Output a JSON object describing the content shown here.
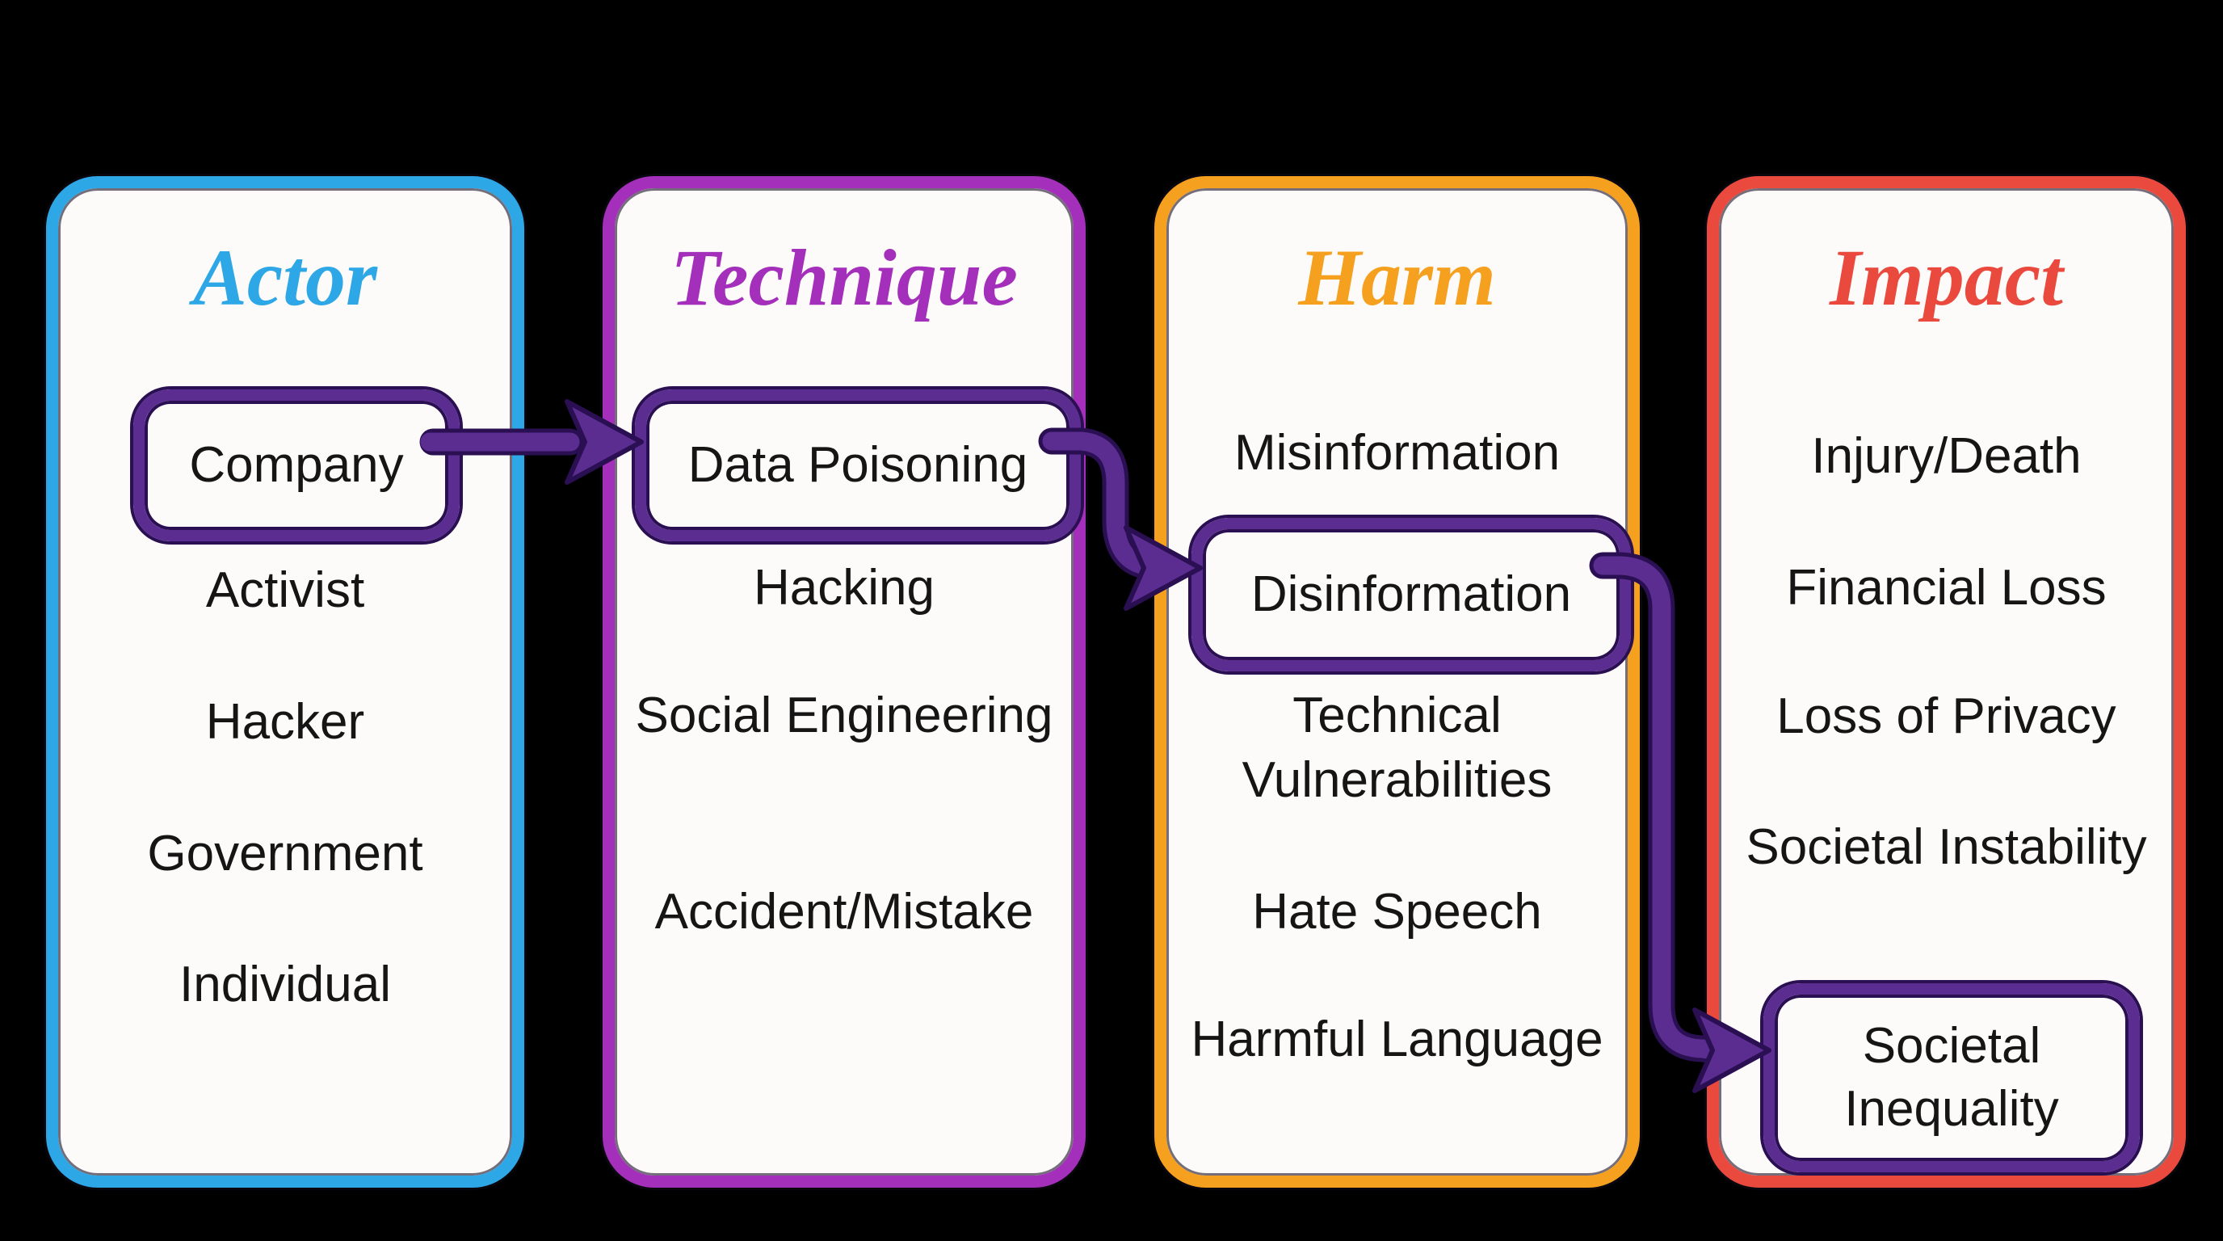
{
  "diagram_type": "flow-taxonomy",
  "highlight": {
    "box_color": "#5b2d91",
    "outline_color": "#2a0f52"
  },
  "background_color": "#000000",
  "columns": [
    {
      "id": "actor",
      "title": "Actor",
      "accent": "#2ea7e6",
      "highlighted_item": "Company",
      "items": [
        "Company",
        "Activist",
        "Hacker",
        "Government",
        "Individual"
      ]
    },
    {
      "id": "technique",
      "title": "Technique",
      "accent": "#a42fba",
      "highlighted_item": "Data Poisoning",
      "items": [
        "Data Poisoning",
        "Hacking",
        "Social Engineering",
        "Accident/Mistake"
      ]
    },
    {
      "id": "harm",
      "title": "Harm",
      "accent": "#f5a01e",
      "highlighted_item": "Disinformation",
      "items": [
        "Misinformation",
        "Disinformation",
        "Technical Vulnerabilities",
        "Hate Speech",
        "Harmful Language"
      ]
    },
    {
      "id": "impact",
      "title": "Impact",
      "accent": "#ea4a3d",
      "highlighted_item": "Societal Inequality",
      "items": [
        "Injury/Death",
        "Financial Loss",
        "Loss of Privacy",
        "Societal Instability",
        "Societal Inequality"
      ]
    }
  ],
  "connections": [
    {
      "from": "Company",
      "to": "Data Poisoning"
    },
    {
      "from": "Data Poisoning",
      "to": "Disinformation"
    },
    {
      "from": "Disinformation",
      "to": "Societal Inequality"
    }
  ]
}
